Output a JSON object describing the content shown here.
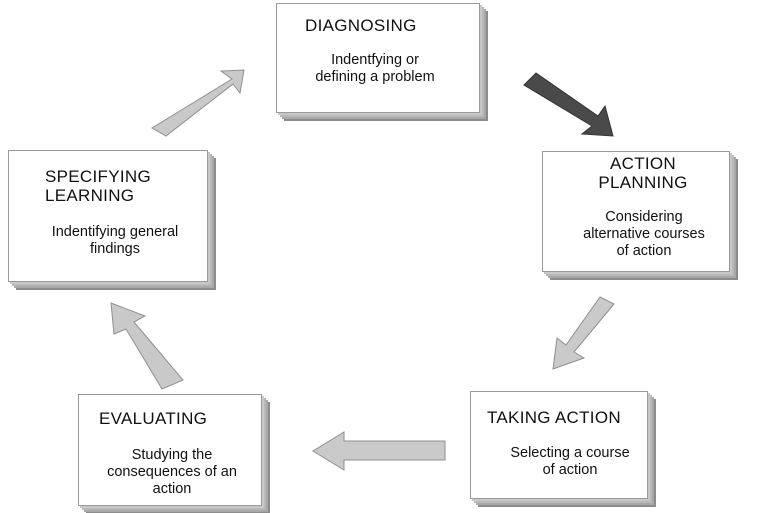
{
  "stages": {
    "diagnosing": {
      "title": "DIAGNOSING",
      "desc_line1": "Indentfying or",
      "desc_line2": "defining a problem"
    },
    "action_planning": {
      "title_line1": "ACTION",
      "title_line2": "PLANNING",
      "desc_line1": "Considering",
      "desc_line2": "alternative courses",
      "desc_line3": "of action"
    },
    "taking_action": {
      "title": "TAKING ACTION",
      "desc_line1": "Selecting a course",
      "desc_line2": "of action"
    },
    "evaluating": {
      "title": "EVALUATING",
      "desc_line1": "Studying the",
      "desc_line2": "consequences of an",
      "desc_line3": "action"
    },
    "specifying_learning": {
      "title_line1": "SPECIFYING",
      "title_line2": "LEARNING",
      "desc_line1": "Indentifying general",
      "desc_line2": "findings"
    }
  },
  "colors": {
    "arrow_light": "#c8c8c8",
    "arrow_dark": "#4a4a4a"
  }
}
